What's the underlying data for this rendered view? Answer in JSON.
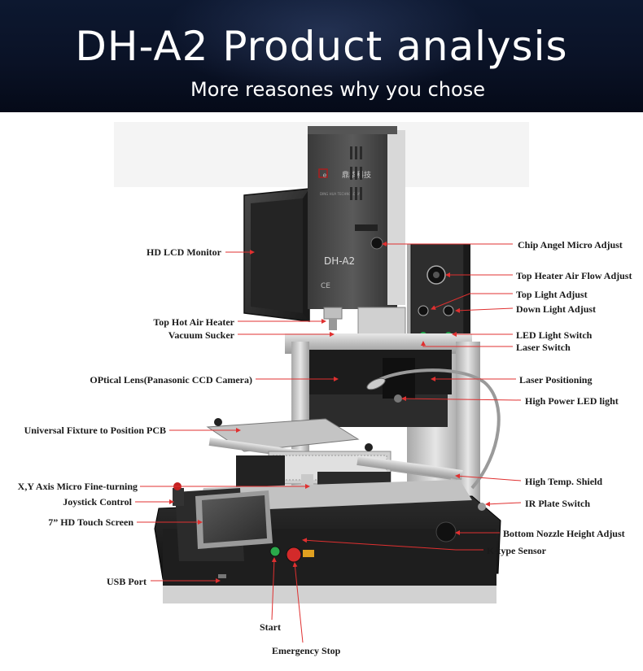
{
  "header": {
    "title": "DH-A2 Product analysis",
    "subtitle": "More reasones why you chose"
  },
  "machine": {
    "model": "DH-A2",
    "brand_cn": "鼎华科技",
    "brand_en": "DING HUA TECHNOLOGY",
    "ce_mark": "CE"
  },
  "colors": {
    "header_bg": "#0a1226",
    "arrow": "#e03030",
    "label_text": "#1a1a1a"
  },
  "labels_left": [
    "HD LCD Monitor",
    "Top Hot Air Heater",
    "Vacuum Sucker",
    "OPtical Lens(Panasonic CCD Camera)",
    "Universal Fixture to Position PCB",
    "X,Y Axis Micro Fine-turning",
    "Joystick Control",
    "7” HD Touch Screen",
    "USB Port"
  ],
  "labels_right": [
    "Chip Angel Micro Adjust",
    "Top Heater Air Flow Adjust",
    "Top Light Adjust",
    "Down Light Adjust",
    "LED Light Switch",
    "Laser Switch",
    "Laser Positioning",
    "High Power LED light",
    "High Temp. Shield",
    "IR Plate Switch",
    "Bottom Nozzle Height Adjust",
    "K-type Sensor"
  ],
  "labels_bottom": [
    "Start",
    "Emergency Stop"
  ]
}
